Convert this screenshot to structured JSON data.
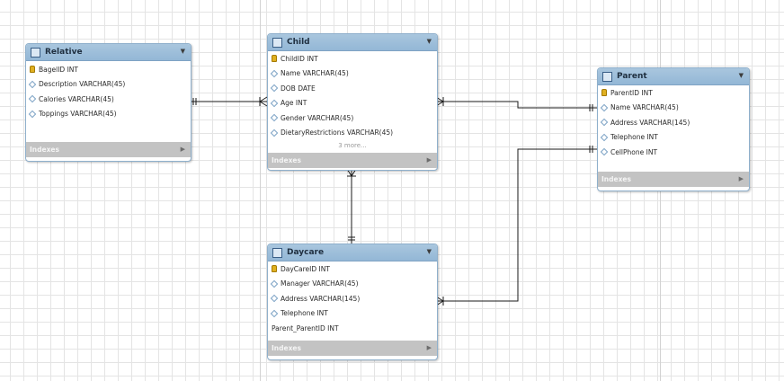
{
  "tables": {
    "relative": {
      "title": "Relative",
      "columns": [
        {
          "text": "BagelID INT",
          "icon": "key"
        },
        {
          "text": "Description VARCHAR(45)",
          "icon": "diamond"
        },
        {
          "text": "Calories VARCHAR(45)",
          "icon": "diamond"
        },
        {
          "text": "Toppings VARCHAR(45)",
          "icon": "diamond"
        }
      ],
      "indexes_label": "Indexes"
    },
    "child": {
      "title": "Child",
      "columns": [
        {
          "text": "ChildID INT",
          "icon": "key"
        },
        {
          "text": "Name VARCHAR(45)",
          "icon": "diamond"
        },
        {
          "text": "DOB DATE",
          "icon": "diamond"
        },
        {
          "text": "Age INT",
          "icon": "diamond"
        },
        {
          "text": "Gender VARCHAR(45)",
          "icon": "diamond"
        },
        {
          "text": "DietaryRestrictions VARCHAR(45)",
          "icon": "diamond"
        }
      ],
      "more_label": "3 more...",
      "indexes_label": "Indexes"
    },
    "parent": {
      "title": "Parent",
      "columns": [
        {
          "text": "ParentID INT",
          "icon": "key"
        },
        {
          "text": "Name VARCHAR(45)",
          "icon": "diamond"
        },
        {
          "text": "Address VARCHAR(145)",
          "icon": "diamond"
        },
        {
          "text": "Telephone INT",
          "icon": "diamond"
        },
        {
          "text": "CellPhone INT",
          "icon": "diamond"
        }
      ],
      "indexes_label": "Indexes"
    },
    "daycare": {
      "title": "Daycare",
      "columns": [
        {
          "text": "DayCareID INT",
          "icon": "key"
        },
        {
          "text": "Manager VARCHAR(45)",
          "icon": "diamond"
        },
        {
          "text": "Address VARCHAR(145)",
          "icon": "diamond"
        },
        {
          "text": "Telephone INT",
          "icon": "diamond"
        },
        {
          "text": "Parent_ParentID INT",
          "icon": "none"
        }
      ],
      "indexes_label": "Indexes"
    }
  },
  "colors": {
    "header": "#9dbfdc",
    "indexes_bar": "#c3c3c3",
    "key_icon": "#e0b020",
    "connector": "#1a1a1a"
  }
}
